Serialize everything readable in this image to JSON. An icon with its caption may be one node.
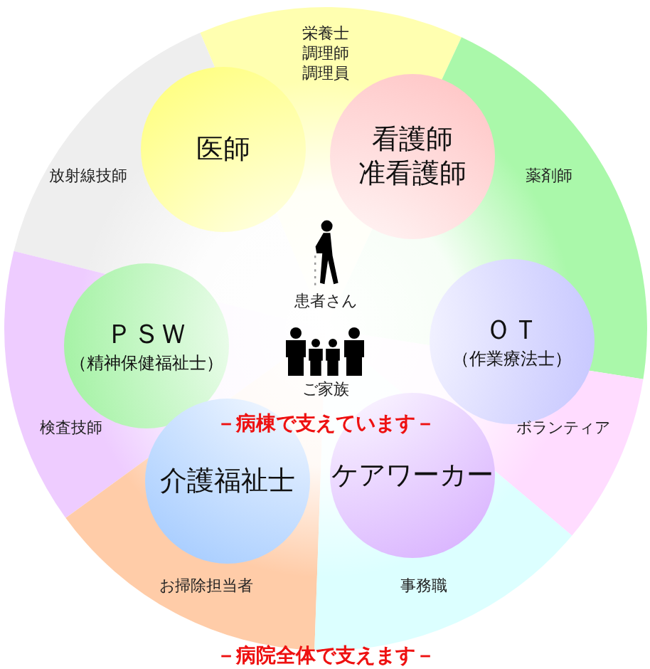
{
  "diagram": {
    "nodes": [
      {
        "text": [
          "医師"
        ]
      },
      {
        "text": [
          "看護師",
          "准看護師"
        ]
      },
      {
        "text": [
          "ＰＳＷ",
          "（精神保健福祉士）"
        ]
      },
      {
        "text": [
          "ＯＴ",
          "（作業療法士）"
        ]
      },
      {
        "text": [
          "介護福祉士"
        ]
      },
      {
        "text": [
          "ケアワーカー"
        ]
      }
    ],
    "labels": [
      "栄養士",
      "調理師",
      "調理員",
      "放射線技師",
      "薬剤師",
      "患者さん",
      "ご家族",
      "検査技師",
      "ボランティア",
      "－病棟で支えています－",
      "お掃除担当者",
      "事務職",
      "－病院全体で支えます－"
    ]
  }
}
